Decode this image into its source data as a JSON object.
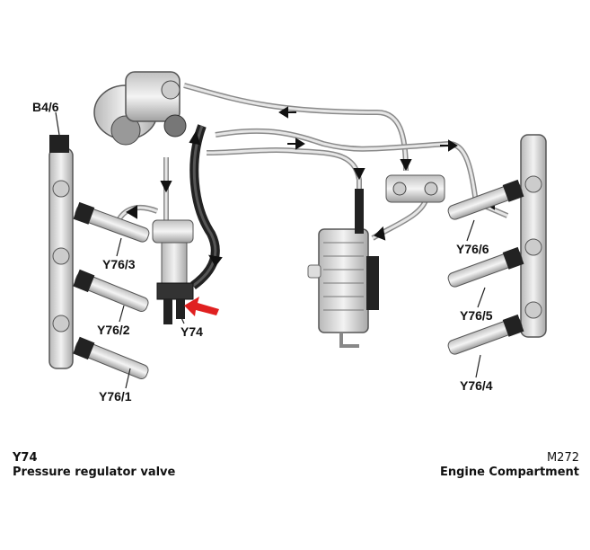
{
  "labels": {
    "b46": "B4/6",
    "y76_3": "Y76/3",
    "y76_2": "Y76/2",
    "y76_1": "Y76/1",
    "y74": "Y74",
    "y76_6": "Y76/6",
    "y76_5": "Y76/5",
    "y76_4": "Y76/4"
  },
  "footer": {
    "code": "Y74",
    "description": "Pressure regulator valve",
    "ref": "M272",
    "location": "Engine Compartment"
  },
  "colors": {
    "highlight_arrow": "#e02020",
    "line": "#444444"
  }
}
